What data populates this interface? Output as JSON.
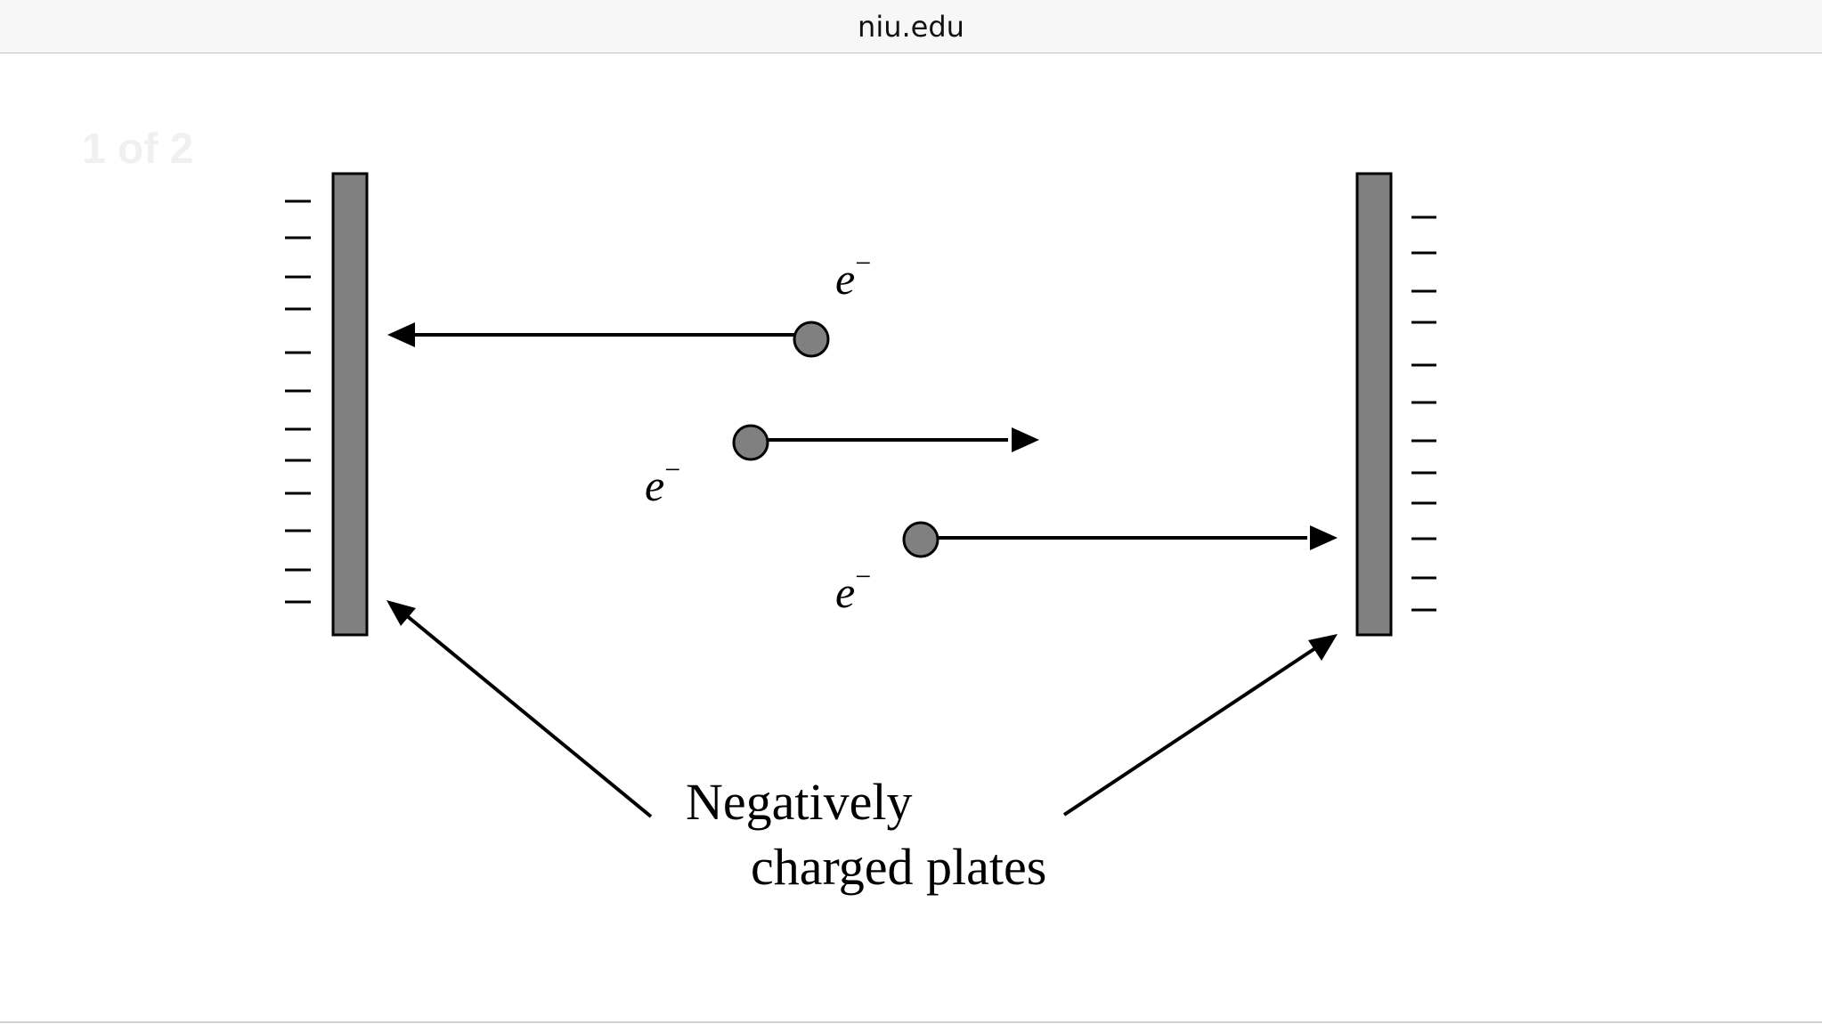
{
  "browser": {
    "url": "niu.edu"
  },
  "viewer": {
    "page_counter": "1 of 2"
  },
  "diagram": {
    "electron_label_base": "e",
    "electron_label_sup": "−",
    "caption_line1": "Negatively",
    "caption_line2": "charged plates",
    "colors": {
      "plate_fill": "#808080",
      "electron_fill": "#808080",
      "stroke": "#000000"
    }
  }
}
